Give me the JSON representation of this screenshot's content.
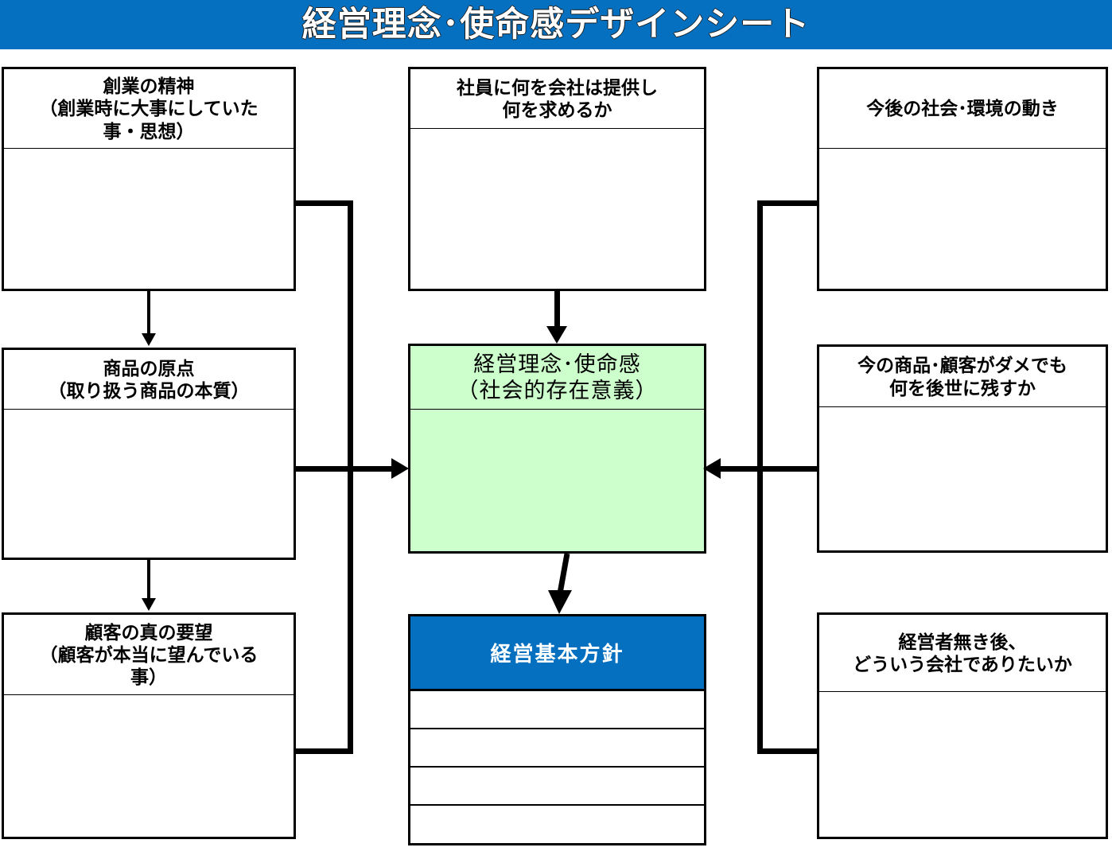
{
  "title": "経営理念･使命感デザインシート",
  "theme": {
    "banner_blue": "#0570c0",
    "accent_green": "#ccffcc",
    "border_black": "#000000",
    "text_white": "#ffffff"
  },
  "left_column": [
    {
      "id": "founding-spirit",
      "heading": "創業の精神\n（創業時に大事にしていた\n事・思想）",
      "body": ""
    },
    {
      "id": "product-origin",
      "heading": "商品の原点\n（取り扱う商品の本質）",
      "body": ""
    },
    {
      "id": "customer-true-needs",
      "heading": "顧客の真の要望\n（顧客が本当に望んでいる\n事）",
      "body": ""
    }
  ],
  "center_column": {
    "top": {
      "id": "employee-offer",
      "heading": "社員に何を会社は提供し\n何を求めるか",
      "body": ""
    },
    "core": {
      "id": "management-philosophy",
      "heading": "経営理念･使命感\n（社会的存在意義）",
      "body": ""
    },
    "plan": {
      "id": "basic-policy",
      "heading": "経営基本方針",
      "rows": [
        "",
        "",
        "",
        ""
      ]
    }
  },
  "right_column": [
    {
      "id": "future-society",
      "heading": "今後の社会･環境の動き",
      "body": ""
    },
    {
      "id": "legacy-to-future",
      "heading": "今の商品･顧客がダメでも\n何を後世に残すか",
      "body": ""
    },
    {
      "id": "after-founder",
      "heading": "経営者無き後、\nどういう会社でありたいか",
      "body": ""
    }
  ],
  "connectors": [
    {
      "id": "founding-to-product",
      "type": "arrow-down"
    },
    {
      "id": "product-to-customer",
      "type": "arrow-down"
    },
    {
      "id": "left-bus-to-core",
      "type": "arrow-right"
    },
    {
      "id": "employee-to-core",
      "type": "arrow-down"
    },
    {
      "id": "right-bus-to-core",
      "type": "arrow-left"
    },
    {
      "id": "core-to-policy",
      "type": "arrow-down"
    }
  ]
}
